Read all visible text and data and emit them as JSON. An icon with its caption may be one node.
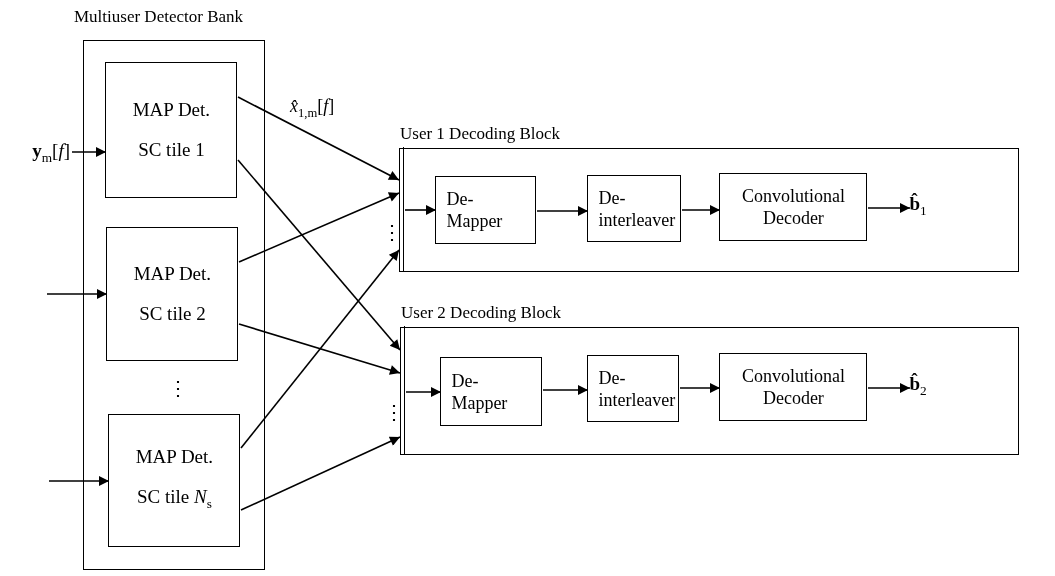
{
  "diagram": {
    "nodes": [
      {
        "text": [
          "Multiuser Detector Bank"
        ]
      },
      {
        "text": [
          "MAP Det.",
          "SC tile 1"
        ],
        "in": 0
      },
      {
        "text": [
          "MAP Det.",
          "SC tile 2"
        ],
        "in": 0
      },
      {
        "text": [
          "MAP Det.",
          "SC tile *N*$_{s}$"
        ],
        "in": 0
      },
      {
        "text": [
          "User 1 Decoding Block"
        ]
      },
      {
        "text": [],
        "shape": "bar",
        "in": 4
      },
      {
        "text": [
          "De- Mapper"
        ],
        "in": 4
      },
      {
        "text": [
          "De- interleaver"
        ],
        "in": 4
      },
      {
        "text": [
          "Convolutional Decoder"
        ],
        "in": 4
      },
      {
        "text": [
          "**b̂**$_{1}$"
        ],
        "in": 4
      },
      {
        "text": [
          "User 2 Decoding Block"
        ]
      },
      {
        "text": [],
        "shape": "bar",
        "in": 10
      },
      {
        "text": [
          "De- Mapper"
        ],
        "in": 10
      },
      {
        "text": [
          "De- interleaver"
        ],
        "in": 10
      },
      {
        "text": [
          "Convolutional Decoder"
        ],
        "in": 10
      },
      {
        "text": [
          "**b̂**$_{2}$"
        ],
        "in": 10
      },
      {
        "text": [
          "**y**$_{m}$[*f*]"
        ]
      }
    ],
    "edges": [
      {
        "from": 16,
        "to": 1,
        "arrow": "to"
      },
      {
        "from": null,
        "to": 2,
        "arrow": "to"
      },
      {
        "from": null,
        "to": 3,
        "arrow": "to"
      },
      {
        "from": 1,
        "to": 5,
        "arrow": "to",
        "label": "*x̂*$_{1,m}$[*f*]"
      },
      {
        "from": 1,
        "to": 11,
        "arrow": "to"
      },
      {
        "from": 2,
        "to": 5,
        "arrow": "to"
      },
      {
        "from": 2,
        "to": 11,
        "arrow": "to"
      },
      {
        "from": 3,
        "to": 5,
        "arrow": "to"
      },
      {
        "from": 3,
        "to": 11,
        "arrow": "to"
      },
      {
        "from": 5,
        "to": 6,
        "arrow": "to"
      },
      {
        "from": 6,
        "to": 7,
        "arrow": "to"
      },
      {
        "from": 7,
        "to": 8,
        "arrow": "to"
      },
      {
        "from": 8,
        "to": 9,
        "arrow": "to"
      },
      {
        "from": 11,
        "to": 12,
        "arrow": "to"
      },
      {
        "from": 12,
        "to": 13,
        "arrow": "to"
      },
      {
        "from": 13,
        "to": 14,
        "arrow": "to"
      },
      {
        "from": 14,
        "to": 15,
        "arrow": "to"
      }
    ],
    "labels": [
      "⋮",
      "⋮",
      "⋮"
    ]
  }
}
